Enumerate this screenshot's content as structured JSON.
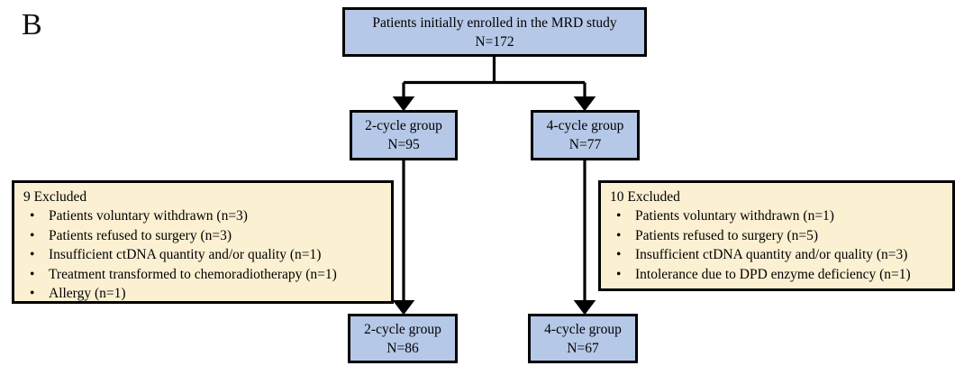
{
  "figure": {
    "panel_label": "B",
    "type": "flowchart",
    "colors": {
      "node_fill_blue": "#b6c8e8",
      "node_fill_cream": "#fbf0d2",
      "stroke": "#000000",
      "background": "#ffffff"
    }
  },
  "nodes": {
    "enrolled": {
      "line1": "Patients initially enrolled in the MRD study",
      "line2": "N=172"
    },
    "group2": {
      "line1": "2-cycle group",
      "line2": "N=95"
    },
    "group4": {
      "line1": "4-cycle group",
      "line2": "N=77"
    },
    "final2": {
      "line1": "2-cycle group",
      "line2": "N=86"
    },
    "final4": {
      "line1": "4-cycle group",
      "line2": "N=67"
    }
  },
  "excluded_left": {
    "heading": "9 Excluded",
    "bullet": "•",
    "items": [
      "Patients voluntary withdrawn (n=3)",
      "Patients refused to surgery  (n=3)",
      "Insufficient ctDNA quantity and/or quality (n=1)",
      "Treatment transformed to chemoradiotherapy (n=1)",
      "Allergy (n=1)"
    ]
  },
  "excluded_right": {
    "heading": "10 Excluded",
    "bullet": "•",
    "items": [
      "Patients voluntary withdrawn (n=1)",
      "Patients refused to surgery  (n=5)",
      "Insufficient ctDNA quantity and/or quality (n=3)",
      "Intolerance due to DPD enzyme deficiency (n=1)"
    ]
  },
  "chart_data": {
    "type": "diagram",
    "title": "CONSORT-style patient flow diagram (panel B)",
    "flow": [
      {
        "from": "enrolled",
        "to": "group2",
        "label": ""
      },
      {
        "from": "enrolled",
        "to": "group4",
        "label": ""
      },
      {
        "from": "group2",
        "to": "final2",
        "label": ""
      },
      {
        "from": "group4",
        "to": "final4",
        "label": ""
      }
    ],
    "counts": {
      "enrolled": 172,
      "group2_start": 95,
      "group4_start": 77,
      "group2_excluded": 9,
      "group4_excluded": 10,
      "group2_final": 86,
      "group4_final": 67
    }
  }
}
